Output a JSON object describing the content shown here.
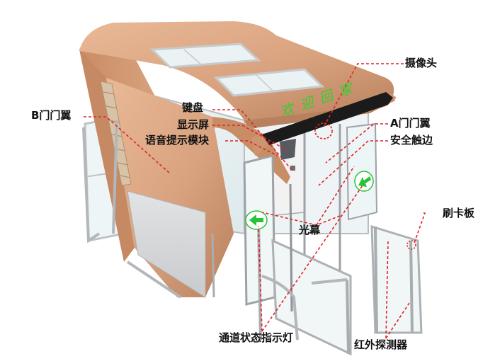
{
  "display_text": "欢迎回家",
  "labels": {
    "camera": "摄像头",
    "b_wing": "B门门翼",
    "keyboard": "键盘",
    "display": "显示屏",
    "voice": "语音提示模块",
    "a_wing": "A门门翼",
    "safety_edge": "安全触边",
    "light_curtain": "光幕",
    "card_reader": "刷卡板",
    "status_light": "通道状态指示灯",
    "ir_detector": "红外探测器"
  },
  "colors": {
    "bronze": "#d9a27f",
    "bronze_dark": "#b87d58",
    "leader": "#e0242a",
    "frame": "#b9bcc0",
    "glass": "#eaf3f4",
    "display_bg": "#1b1b1b",
    "display_text": "#2fd12f",
    "arrow": "#27c43a"
  }
}
